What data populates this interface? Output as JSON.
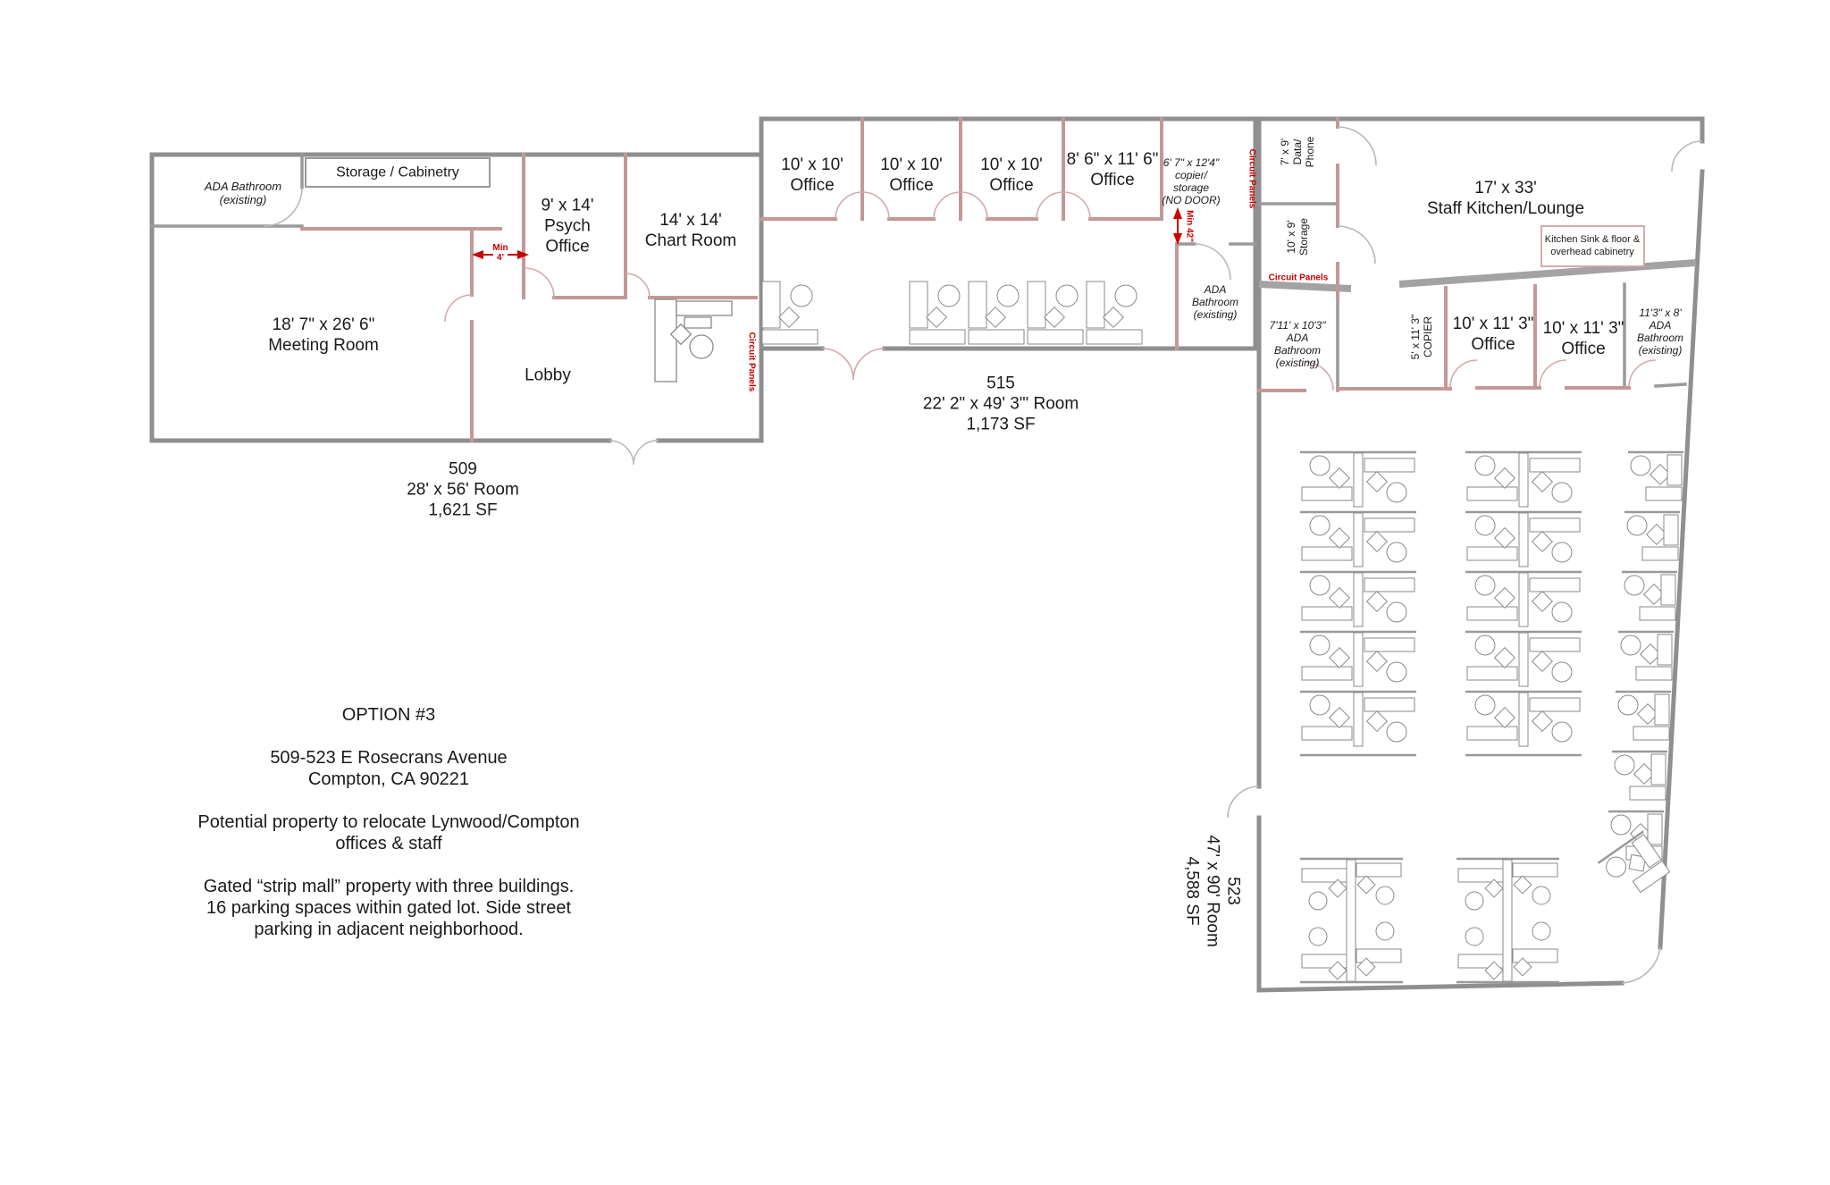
{
  "meta": {
    "drawing_type": "floor-plan",
    "colors": {
      "wall_gray": "#8f8f8f",
      "wall_pink": "#c39898",
      "annotation_red": "#cc0000",
      "background": "#ffffff"
    }
  },
  "b509": {
    "ada_bathroom": "ADA Bathroom\n(existing)",
    "storage_cabinetry": "Storage / Cabinetry",
    "meeting_room": "18' 7\" x 26' 6\"\nMeeting Room",
    "psych_office": "9' x 14'\nPsych\nOffice",
    "chart_room": "14' x 14'\nChart Room",
    "lobby": "Lobby",
    "min_clearance": "Min\n4'",
    "circuit_panels": "Circuit Panels",
    "room_label": "509\n28' x 56' Room\n1,621 SF"
  },
  "b515": {
    "office1": "10' x 10'\nOffice",
    "office2": "10' x 10'\nOffice",
    "office3": "10' x 10'\nOffice",
    "office4": "8' 6\" x 11' 6\"\nOffice",
    "copier_storage": "6' 7\" x 12'4\"\ncopier/\nstorage\n(NO DOOR)",
    "circuit_panels": "Circuit Panels",
    "min_clearance": "Min 42\"",
    "ada_bathroom": "ADA\nBathroom\n(existing)",
    "room_label": "515\n22' 2\" x 49' 3\"' Room\n1,173 SF"
  },
  "b523": {
    "data_phone": "7' x 9'\nData/\nPhone",
    "storage": "10' x 9'\nStorage",
    "circuit_panels": "Circuit Panels",
    "kitchen": "17' x 33'\nStaff Kitchen/Lounge",
    "kitchen_note": "Kitchen Sink & floor &\noverhead cabinetry",
    "ada_bathroom_west": "7'11' x 10'3\"\nADA\nBathroom\n(existing)",
    "copier": "5' x 11' 3\"\nCOPIER",
    "office1": "10' x 11' 3\"\nOffice",
    "office2": "10' x 11' 3\"\nOffice",
    "ada_bathroom_east": "11'3\" x 8'\nADA\nBathroom\n(existing)",
    "room_label": "523\n47' x 90' Room\n4,588 SF"
  },
  "info": {
    "option": "OPTION #3",
    "address": "509-523 E Rosecrans Avenue\nCompton, CA 90221",
    "note1": "Potential property to relocate Lynwood/Compton\noffices & staff",
    "note2": "Gated “strip mall” property with three buildings.\n16 parking spaces within gated lot. Side street\nparking in adjacent neighborhood."
  }
}
